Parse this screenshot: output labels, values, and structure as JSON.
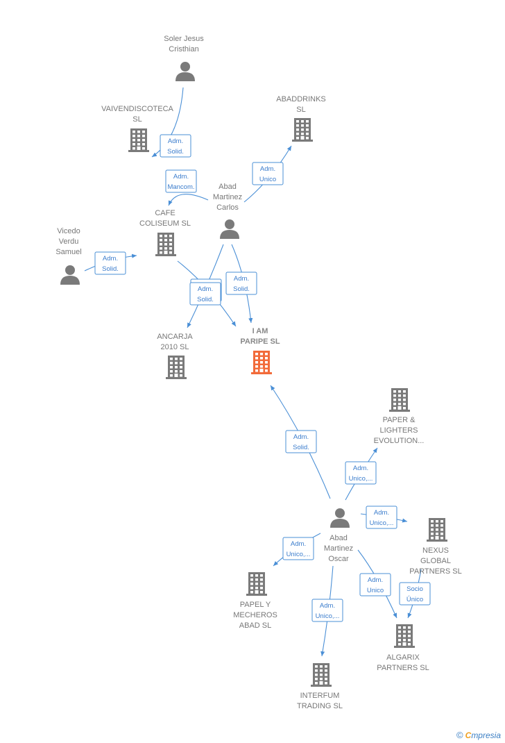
{
  "nodes": [
    {
      "id": "soler",
      "type": "person",
      "lines": [
        "Soler Jesus",
        "Cristhian"
      ]
    },
    {
      "id": "vaiven",
      "type": "company",
      "lines": [
        "VAIVENDISCOTECA",
        "SL"
      ]
    },
    {
      "id": "abaddrinks",
      "type": "company",
      "lines": [
        "ABADDRINKS",
        "SL"
      ]
    },
    {
      "id": "carlos",
      "type": "person",
      "lines": [
        "Abad",
        "Martinez",
        "Carlos"
      ]
    },
    {
      "id": "cafe",
      "type": "company",
      "lines": [
        "CAFE",
        "COLISEUM  SL"
      ]
    },
    {
      "id": "vicedo",
      "type": "person",
      "lines": [
        "Vicedo",
        "Verdu",
        "Samuel"
      ]
    },
    {
      "id": "ancarja",
      "type": "company",
      "lines": [
        "ANCARJA",
        "2010 SL"
      ]
    },
    {
      "id": "iam",
      "type": "company",
      "focus": true,
      "lines": [
        "I AM",
        "PARIPE  SL"
      ]
    },
    {
      "id": "paper",
      "type": "company",
      "lines": [
        "PAPER &",
        "LIGHTERS",
        "EVOLUTION..."
      ]
    },
    {
      "id": "oscar",
      "type": "person",
      "lines": [
        "Abad",
        "Martinez",
        "Oscar"
      ]
    },
    {
      "id": "nexus",
      "type": "company",
      "lines": [
        "NEXUS",
        "GLOBAL",
        "PARTNERS  SL"
      ]
    },
    {
      "id": "papel",
      "type": "company",
      "lines": [
        "PAPEL Y",
        "MECHEROS",
        "ABAD SL"
      ]
    },
    {
      "id": "algarix",
      "type": "company",
      "lines": [
        "ALGARIX",
        "PARTNERS  SL"
      ]
    },
    {
      "id": "interfum",
      "type": "company",
      "lines": [
        "INTERFUM",
        "TRADING  SL"
      ]
    }
  ],
  "edges": [
    {
      "from": "soler",
      "to": "vaiven",
      "lines": [
        "Adm.",
        "Solid."
      ]
    },
    {
      "from": "carlos",
      "to": "vaiven",
      "lines": [
        "Adm.",
        "Mancom."
      ]
    },
    {
      "from": "carlos",
      "to": "abaddrinks",
      "lines": [
        "Adm.",
        "Unico"
      ]
    },
    {
      "from": "vicedo",
      "to": "cafe",
      "lines": [
        "Adm.",
        "Solid."
      ]
    },
    {
      "from": "cafe",
      "to": "iam",
      "lines": [
        "Adm.",
        "Solid."
      ]
    },
    {
      "from": "carlos",
      "to": "ancarja",
      "lines": [
        "Adm.",
        "Solid."
      ]
    },
    {
      "from": "carlos",
      "to": "iam",
      "lines": [
        "Adm.",
        "Solid."
      ]
    },
    {
      "from": "oscar",
      "to": "iam",
      "lines": [
        "Adm.",
        "Solid."
      ]
    },
    {
      "from": "oscar",
      "to": "paper",
      "lines": [
        "Adm.",
        "Unico,..."
      ]
    },
    {
      "from": "oscar",
      "to": "nexus",
      "lines": [
        "Adm.",
        "Unico,..."
      ]
    },
    {
      "from": "oscar",
      "to": "papel",
      "lines": [
        "Adm.",
        "Unico,..."
      ]
    },
    {
      "from": "oscar",
      "to": "algarix",
      "lines": [
        "Adm.",
        "Unico"
      ]
    },
    {
      "from": "nexus",
      "to": "algarix",
      "lines": [
        "Socio",
        "Único"
      ]
    },
    {
      "from": "oscar",
      "to": "interfum",
      "lines": [
        "Adm.",
        "Unico,..."
      ]
    }
  ],
  "colors": {
    "edge": "#4a8fd6",
    "icon": "#7a7a7a",
    "focus": "#f26b3a",
    "label": "#777777"
  },
  "brand": {
    "copyright": "©",
    "first_letter": "C",
    "rest": "mpresia"
  }
}
